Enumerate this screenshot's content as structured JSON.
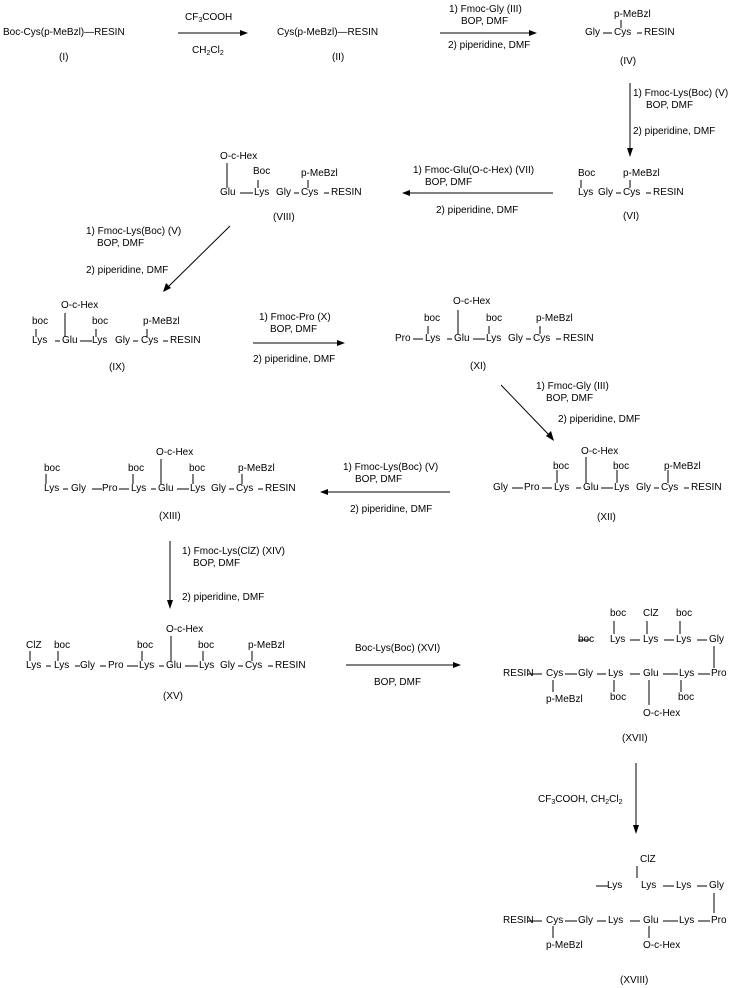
{
  "compounds": {
    "I": {
      "label": "(I)",
      "formula": "Boc-Cys(p-MeBzl)—RESIN"
    },
    "II": {
      "label": "(II)",
      "formula": "Cys(p-MeBzl)—RESIN"
    },
    "IV": {
      "label": "(IV)",
      "chain": [
        "Gly",
        "Cys",
        "RESIN"
      ],
      "subs": {
        "Cys": "p-MeBzl"
      }
    },
    "VI": {
      "label": "(VI)",
      "chain": [
        "Lys",
        "Gly",
        "Cys",
        "RESIN"
      ],
      "subs": {
        "Lys": "Boc",
        "Cys": "p-MeBzl"
      }
    },
    "VIII": {
      "label": "(VIII)",
      "chain": [
        "Glu",
        "Lys",
        "Gly",
        "Cys",
        "RESIN"
      ],
      "subs": {
        "Glu": "O-c-Hex",
        "Lys": "Boc",
        "Cys": "p-MeBzl"
      }
    },
    "IX": {
      "label": "(IX)",
      "chain": [
        "Lys",
        "Glu",
        "Lys",
        "Gly",
        "Cys",
        "RESIN"
      ],
      "subs": [
        "boc",
        "O-c-Hex",
        "boc",
        "p-MeBzl"
      ]
    },
    "XI": {
      "label": "(XI)",
      "chain": [
        "Pro",
        "Lys",
        "Glu",
        "Lys",
        "Gly",
        "Cys",
        "RESIN"
      ],
      "subs": [
        "boc",
        "O-c-Hex",
        "boc",
        "p-MeBzl"
      ]
    },
    "XII": {
      "label": "(XII)",
      "chain": [
        "Gly",
        "Pro",
        "Lys",
        "Glu",
        "Lys",
        "Gly",
        "Cys",
        "RESIN"
      ],
      "subs": [
        "boc",
        "O-c-Hex",
        "boc",
        "p-MeBzl"
      ]
    },
    "XIII": {
      "label": "(XIII)",
      "chain": [
        "Lys",
        "Gly",
        "Pro",
        "Lys",
        "Glu",
        "Lys",
        "Gly",
        "Cys",
        "RESIN"
      ],
      "subs": [
        "boc",
        "boc",
        "O-c-Hex",
        "boc",
        "p-MeBzl"
      ]
    },
    "XV": {
      "label": "(XV)",
      "chain": [
        "Lys",
        "Lys",
        "Gly",
        "Pro",
        "Lys",
        "Glu",
        "Lys",
        "Gly",
        "Cys",
        "RESIN"
      ],
      "subs": [
        "ClZ",
        "boc",
        "boc",
        "O-c-Hex",
        "boc",
        "p-MeBzl"
      ]
    },
    "XVII": {
      "label": "(XVII)",
      "top_row": [
        "boc",
        "Lys",
        "Lys",
        "Lys",
        "Gly"
      ],
      "top_subs": [
        "boc",
        "ClZ",
        "boc"
      ],
      "bottom_row": [
        "RESIN",
        "Cys",
        "Gly",
        "Lys",
        "Glu",
        "Lys",
        "Pro"
      ],
      "bottom_subs": [
        "p-MeBzl",
        "boc",
        "O-c-Hex",
        "boc"
      ]
    },
    "XVIII": {
      "label": "(XVIII)",
      "top_row": [
        "Lys",
        "Lys",
        "Lys",
        "Gly"
      ],
      "top_subs": [
        "ClZ"
      ],
      "bottom_row": [
        "RESIN",
        "Cys",
        "Gly",
        "Lys",
        "Glu",
        "Lys",
        "Pro"
      ],
      "bottom_subs": [
        "p-MeBzl",
        "O-c-Hex"
      ]
    }
  },
  "text": {
    "Gly": "Gly",
    "Cys": "Cys",
    "Lys": "Lys",
    "Glu": "Glu",
    "Pro": "Pro",
    "RESIN": "RESIN",
    "pMeBzl": "p-MeBzl",
    "Boc": "Boc",
    "boc": "boc",
    "OcHex": "O-c-Hex",
    "ClZ": "ClZ"
  },
  "reactions": {
    "r1": {
      "above_main": "CF",
      "above_sub": "3",
      "above_tail": "COOH",
      "below_main": "CH",
      "below_sub": "2",
      "below_mid": "Cl",
      "below_sub2": "2"
    },
    "r2": {
      "line1": "1) Fmoc-Gly  (III)",
      "line2": "BOP, DMF",
      "line3": "2) piperidine, DMF"
    },
    "r3": {
      "line1": "1) Fmoc-Lys(Boc)  (V)",
      "line2": "BOP, DMF",
      "line3": "2) piperidine, DMF"
    },
    "r4": {
      "line1": "1) Fmoc-Glu(O-c-Hex)  (VII)",
      "line2": "BOP, DMF",
      "line3": "2) piperidine, DMF"
    },
    "r5": {
      "line1": "1) Fmoc-Lys(Boc)  (V)",
      "line2": "BOP, DMF",
      "line3": "2) piperidine, DMF"
    },
    "r6": {
      "line1": "1) Fmoc-Pro  (X)",
      "line2": "BOP, DMF",
      "line3": "2) piperidine, DMF"
    },
    "r7": {
      "line1": "1) Fmoc-Gly  (III)",
      "line2": "BOP, DMF",
      "line3": "2) piperidine, DMF"
    },
    "r8": {
      "line1": "1) Fmoc-Lys(Boc)  (V)",
      "line2": "BOP, DMF",
      "line3": "2) piperidine, DMF"
    },
    "r9": {
      "line1": "1) Fmoc-Lys(ClZ)  (XIV)",
      "line2": "BOP, DMF",
      "line3": "2) piperidine, DMF"
    },
    "r10": {
      "line1": "Boc-Lys(Boc)  (XVI)",
      "line2": "BOP, DMF"
    },
    "r11": {
      "a": "CF",
      "a_sub": "3",
      "b": "COOH, CH",
      "b_sub": "2",
      "c": "Cl",
      "c_sub": "2"
    }
  }
}
